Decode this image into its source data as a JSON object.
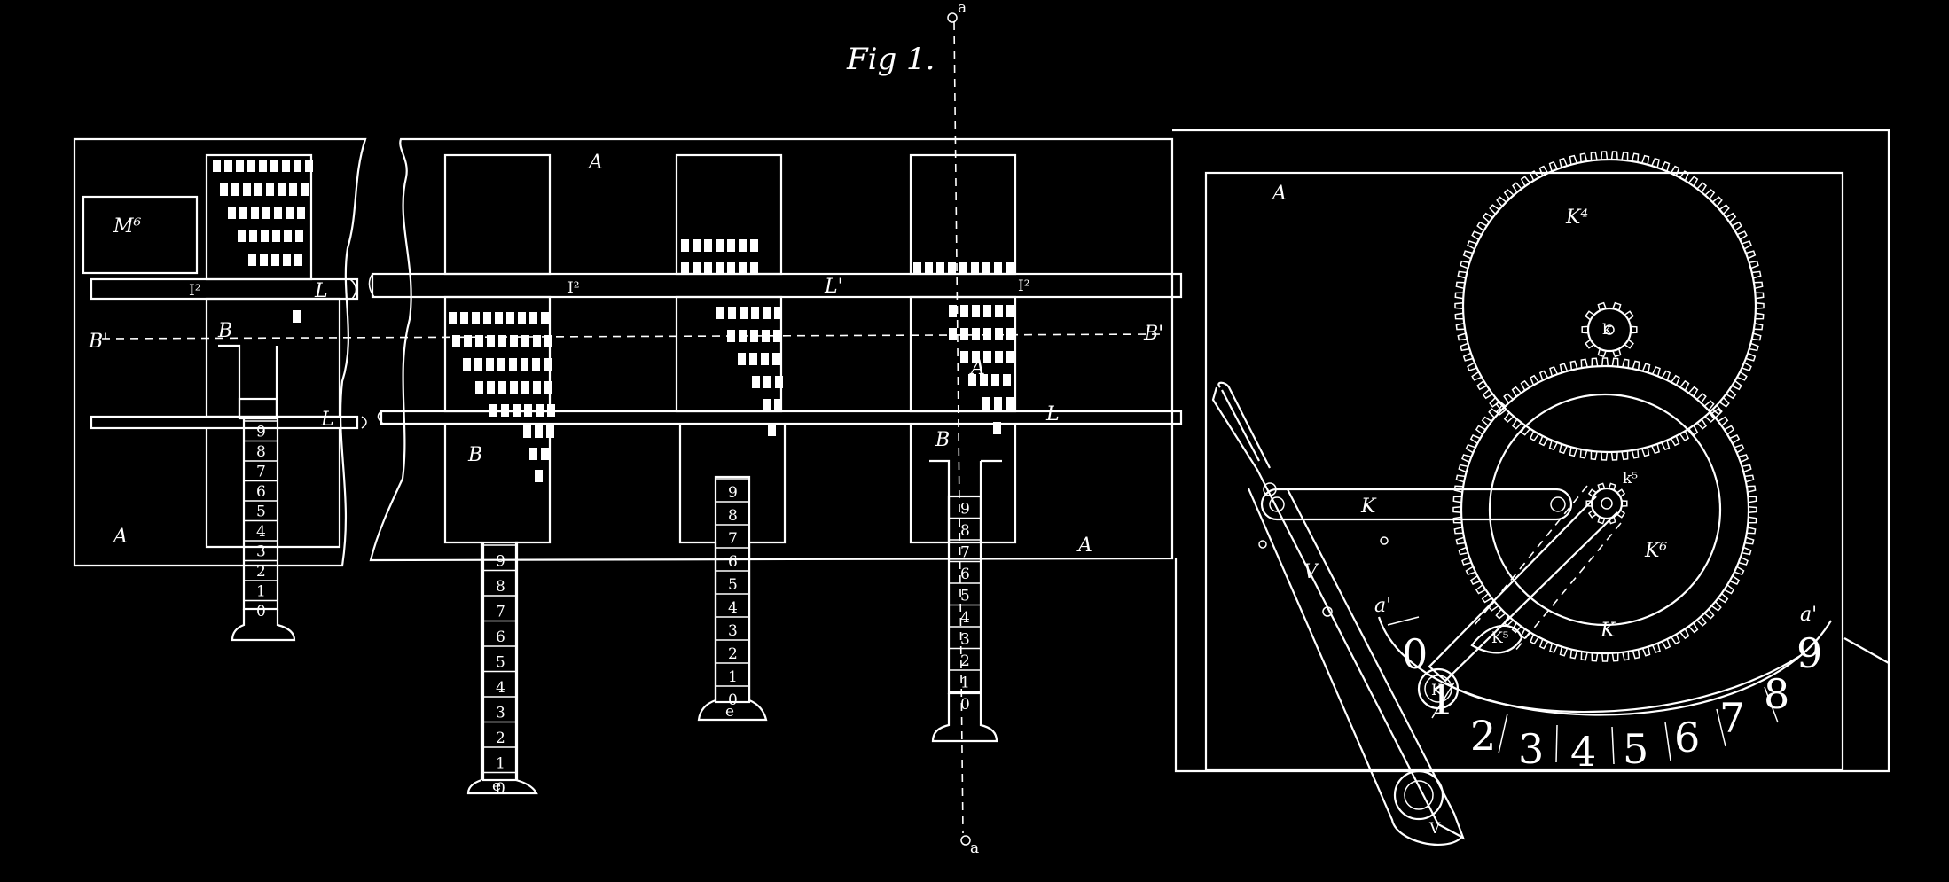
{
  "figure": {
    "title": "Fig 1."
  },
  "labels": {
    "m6": "M⁶",
    "a1": "A",
    "a2": "A",
    "a3": "A",
    "a4": "A",
    "a5": "A",
    "b1": "B",
    "b2": "B",
    "b3": "B",
    "bprime_left": "B'",
    "bprime_right": "B'",
    "l_top": "L'",
    "l_top_left": "L",
    "l_bottom_left": "L",
    "l_bottom": "L",
    "k4": "K⁴",
    "k5": "K⁵",
    "k6": "K⁶",
    "k_arc": "K",
    "k_circle": "K",
    "k2": "K",
    "k_hub": "k⁵",
    "k_small": "k",
    "v_lever": "V",
    "v_handle": "V",
    "a_prime_left": "a'",
    "a_prime_right": "a'",
    "section_top": "a",
    "section_bottom": "a",
    "it1": "I²",
    "it2": "I²",
    "it3": "I²",
    "e1": "e",
    "e2": "e"
  },
  "slider_digits": [
    "9",
    "8",
    "7",
    "6",
    "5",
    "4",
    "3",
    "2",
    "1",
    "0"
  ],
  "dial_digits": [
    "0",
    "1",
    "2",
    "3",
    "4",
    "5",
    "6",
    "7",
    "8",
    "9"
  ],
  "colors": {
    "background": "#000000",
    "ink": "#ffffff"
  }
}
